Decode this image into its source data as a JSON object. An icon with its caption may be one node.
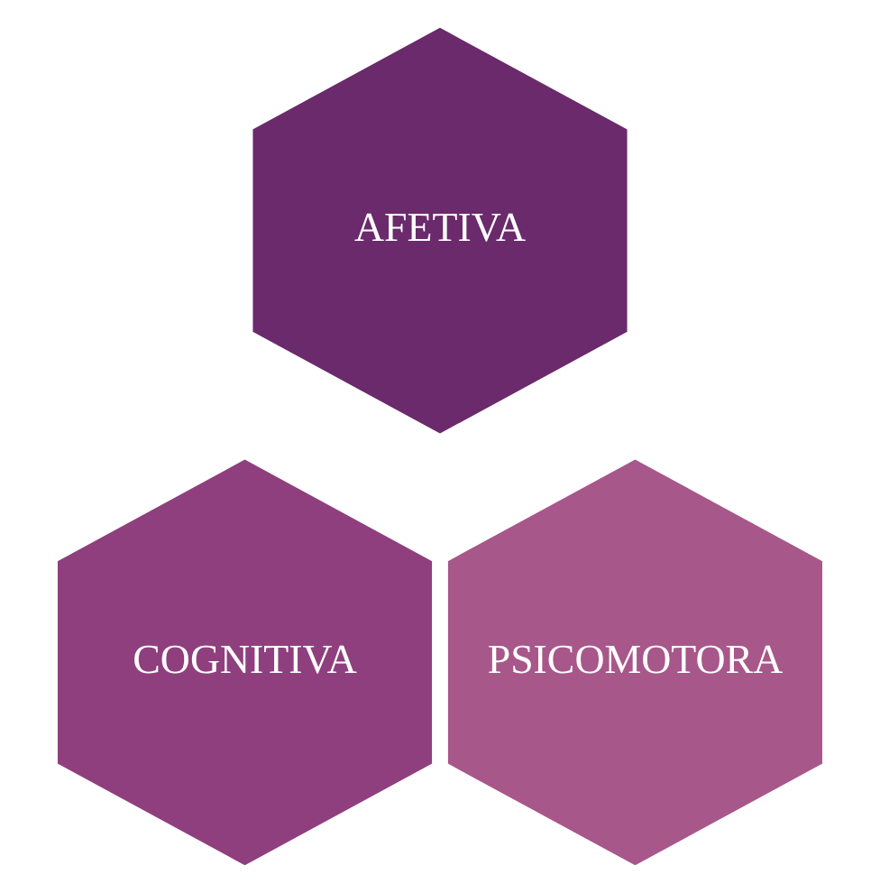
{
  "diagram": {
    "nodes": [
      {
        "text": [
          "AFETIVA"
        ]
      },
      {
        "text": [
          "COGNITIVA"
        ]
      },
      {
        "text": [
          "PSICOMOTORA"
        ]
      }
    ]
  }
}
